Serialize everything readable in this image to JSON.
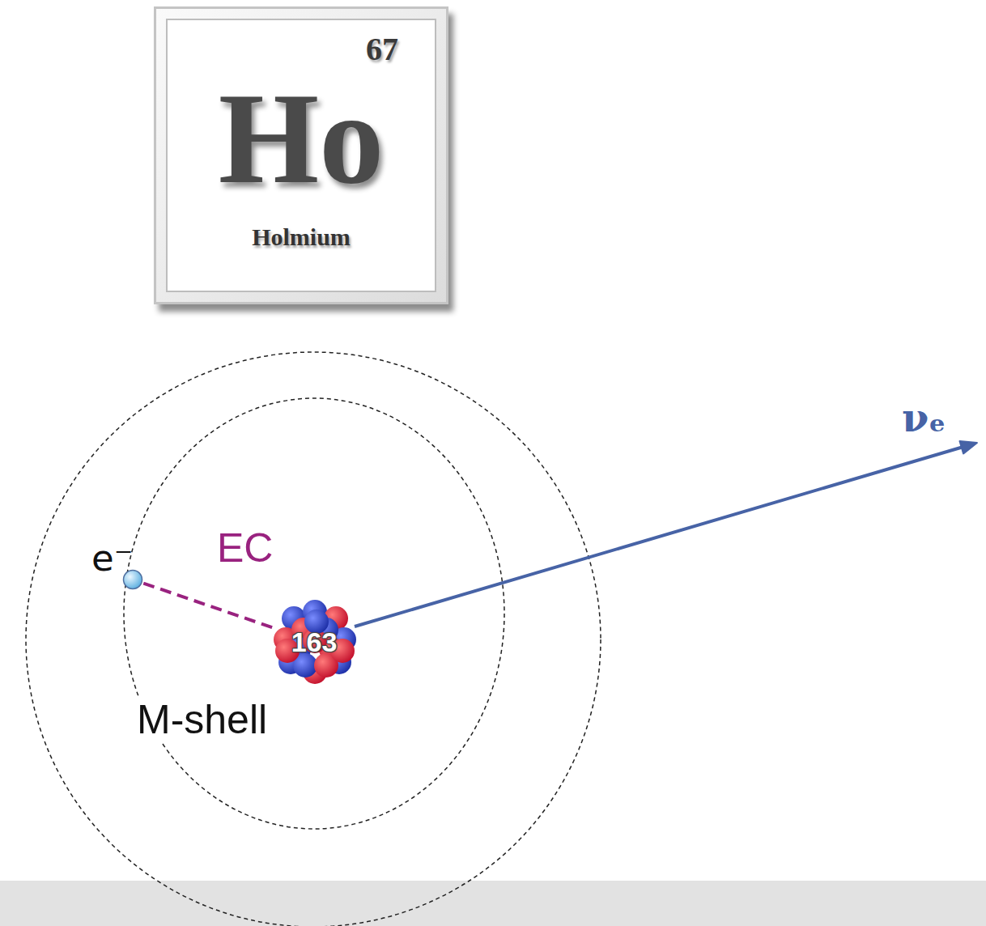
{
  "diagram": {
    "nodes": [
      {
        "text": [
          "67",
          "Ho",
          "Holmium"
        ]
      },
      {
        "text": [
          "e⁻"
        ]
      },
      {
        "text": [
          "163"
        ]
      }
    ],
    "edges": [
      {
        "from": 1,
        "to": 2,
        "arrow": "none",
        "label": "EC"
      }
    ],
    "labels": [
      "M-shell",
      "νₑ"
    ]
  }
}
